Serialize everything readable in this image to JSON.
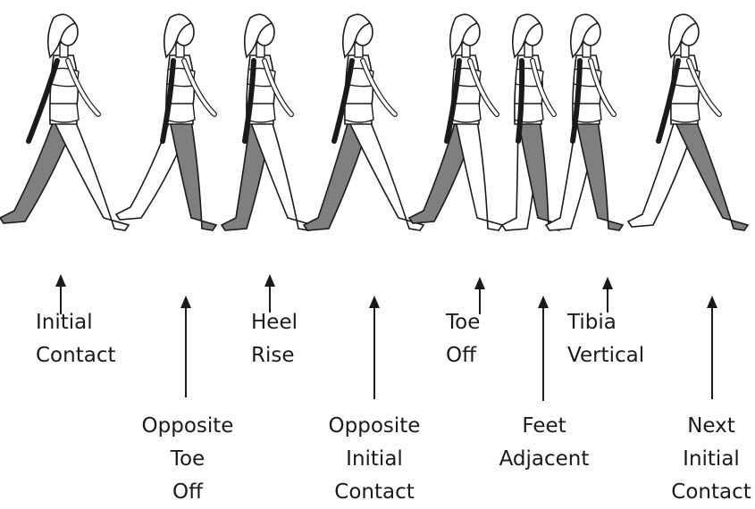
{
  "colors": {
    "ink": "#1a1a1a",
    "stance_leg": "#7f7f7f",
    "skin": "#ffffff"
  },
  "figures": [
    {
      "name": "walker-initial-contact",
      "shaded_leg": "back"
    },
    {
      "name": "walker-opposite-toe-off",
      "shaded_leg": "front"
    },
    {
      "name": "walker-heel-rise",
      "shaded_leg": "back"
    },
    {
      "name": "walker-opposite-initial-contact",
      "shaded_leg": "back"
    },
    {
      "name": "walker-toe-off",
      "shaded_leg": "back"
    },
    {
      "name": "walker-feet-adjacent",
      "shaded_leg": "front"
    },
    {
      "name": "walker-tibia-vertical",
      "shaded_leg": "front"
    },
    {
      "name": "walker-next-initial-contact",
      "shaded_leg": "front"
    }
  ],
  "labels": {
    "initial_contact": {
      "line1": "Initial",
      "line2": "Contact"
    },
    "heel_rise": {
      "line1": "Heel",
      "line2": "Rise"
    },
    "toe_off": {
      "line1": "Toe",
      "line2": "Off"
    },
    "tibia_vertical": {
      "line1": "Tibia",
      "line2": "Vertical"
    },
    "opposite_toe_off": {
      "line1": "Opposite",
      "line2": "Toe",
      "line3": "Off"
    },
    "opposite_initial_contact": {
      "line1": "Opposite",
      "line2": "Initial",
      "line3": "Contact"
    },
    "feet_adjacent": {
      "line1": "Feet",
      "line2": "Adjacent"
    },
    "next_initial_contact": {
      "line1": "Next",
      "line2": "Initial",
      "line3": "Contact"
    }
  }
}
